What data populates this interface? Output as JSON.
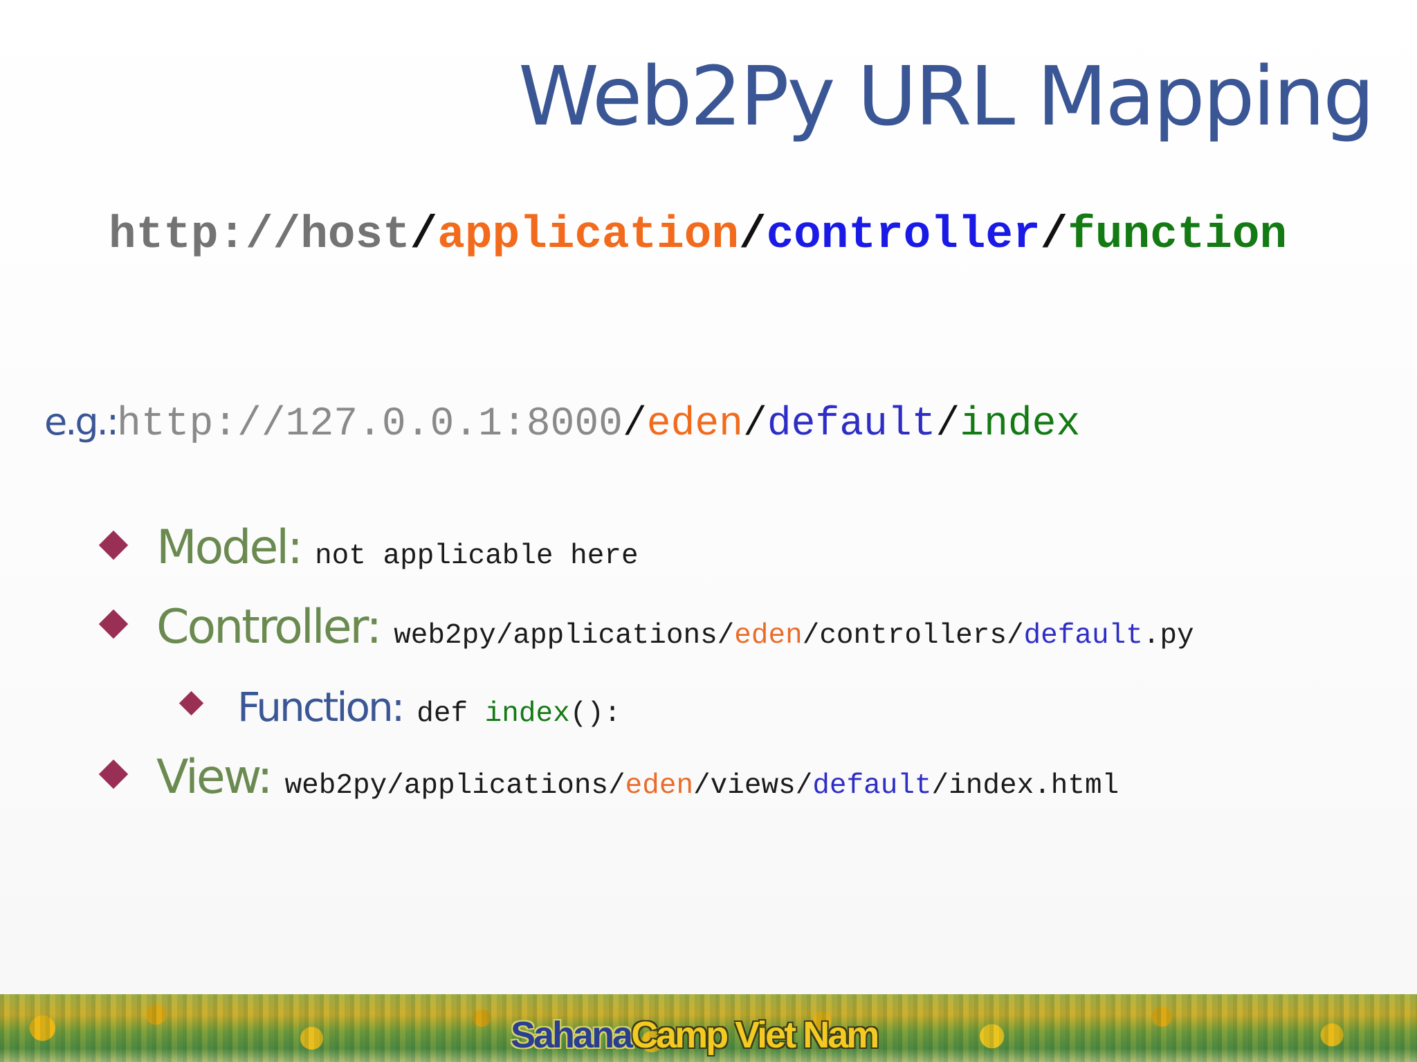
{
  "slide": {
    "title": "Web2Py URL Mapping",
    "url_pattern": {
      "host": "http://host",
      "sep1": "/",
      "application": "application",
      "sep2": "/",
      "controller": "controller",
      "sep3": "/",
      "function": "function"
    },
    "example": {
      "label": "e.g.:",
      "host": "http://127.0.0.1:8000",
      "sep1": "/",
      "application": "eden",
      "sep2": "/",
      "controller": "default",
      "sep3": "/",
      "function": "index"
    },
    "bullets": {
      "model": {
        "label": "Model:",
        "value": "not applicable here"
      },
      "controller": {
        "label": "Controller:",
        "path_start": "web2py/applications/",
        "app": "eden",
        "path_mid": "/controllers/",
        "ctrl": "default",
        "path_end": ".py"
      },
      "function": {
        "label": "Function:",
        "def": "def ",
        "name": "index",
        "tail": "():"
      },
      "view": {
        "label": "View:",
        "path_start": "web2py/applications/",
        "app": "eden",
        "path_mid": "/views/",
        "ctrl": "default",
        "path_end": "/index.html"
      }
    },
    "footer": {
      "sahana": "Sahana",
      "camp": "Camp",
      "space": " ",
      "vietnam": "Viet Nam"
    }
  }
}
